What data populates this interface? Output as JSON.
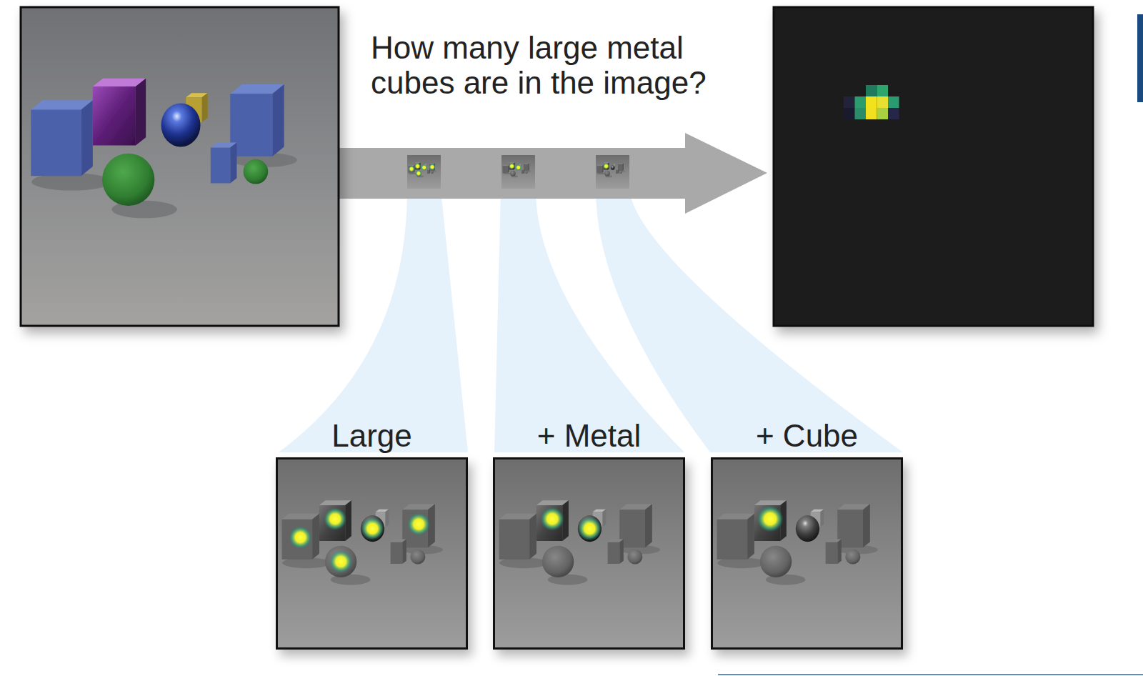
{
  "diagram": {
    "nodes": [
      {
        "text": [
          "Large"
        ]
      },
      {
        "text": [
          "+ Metal"
        ]
      },
      {
        "text": [
          "+ Cube"
        ]
      }
    ],
    "labels": [
      "How many large metal cubes are in the image?"
    ]
  }
}
